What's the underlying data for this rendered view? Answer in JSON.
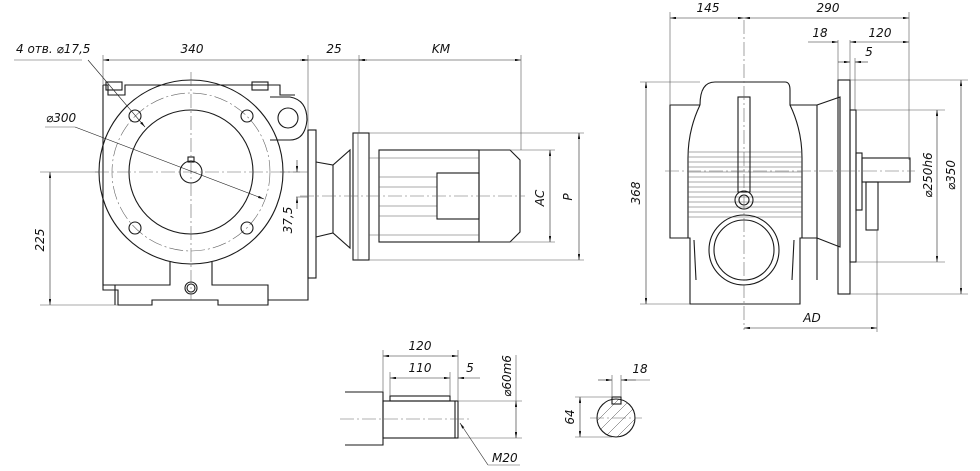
{
  "drawing": {
    "title": "Worm gear motor dimensional drawing",
    "front_view": {
      "holes_label": "4 отв. ⌀17,5",
      "flange_diameter": "⌀300",
      "width": "340",
      "gap": "25",
      "motor_length": "KM",
      "shaft_height": "225",
      "offset": "37,5",
      "motor_diameter_ac": "AC",
      "motor_flange_p": "P"
    },
    "side_view": {
      "left_offset": "145",
      "right_width": "290",
      "flange_thickness": "18",
      "shaft_length": "120",
      "spigot": "5",
      "height": "368",
      "spigot_diameter": "⌀250h6",
      "flange_diameter": "⌀350",
      "motor_axis_distance": "AD"
    },
    "shaft_detail": {
      "total_length": "120",
      "key_length": "110",
      "key_offset": "5",
      "shaft_diameter": "⌀60m6",
      "thread": "M20"
    },
    "key_section": {
      "key_width": "18",
      "key_height": "64"
    }
  }
}
